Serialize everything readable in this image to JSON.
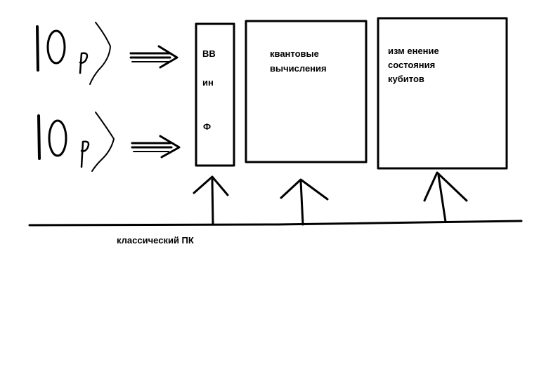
{
  "colors": {
    "ink": "#000000",
    "background": "#ffffff"
  },
  "labels": {
    "io_line_1": "ВВ",
    "io_line_2": "ин",
    "io_line_3": "Ф",
    "quantum_line_1": "квантовые",
    "quantum_line_2": "вычисления",
    "qubit_line_1": "изм енение",
    "qubit_line_2": "состояния",
    "qubit_line_3": "кубитов",
    "classical_pc": "классический ПК"
  }
}
